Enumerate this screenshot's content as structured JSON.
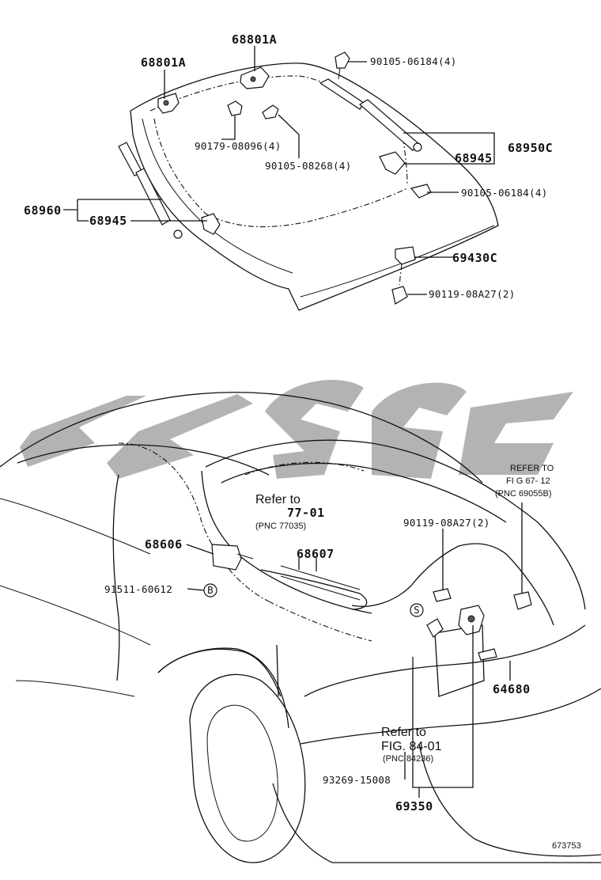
{
  "diagram_id": "673753",
  "labels": {
    "p68801A_left": "68801A",
    "p68801A_top": "68801A",
    "p90105_06184_top": "90105-06184(4)",
    "p90179_08096": "90179-08096(4)",
    "p90105_08268": "90105-08268(4)",
    "p68945_right": "68945",
    "p68950C": "68950C",
    "p90105_06184_mid": "90105-06184(4)",
    "p68960": "68960",
    "p68945_left": "68945",
    "p69430C": "69430C",
    "p90119_08A27_top": "90119-08A27(2)",
    "refer_to_fig67_line1": "REFER TO",
    "refer_to_fig67_line2": "FI G 67- 12",
    "refer_to_fig67_line3": "(PNC 69055B)",
    "refer_to_77_line1": "Refer to",
    "refer_to_77_line2": "77-01",
    "refer_to_77_line3": "(PNC 77035)",
    "p90119_08A27_bottom": "90119-08A27(2)",
    "p68606": "68606",
    "p68607": "68607",
    "p91511_60612": "91511-60612",
    "symbol_B": "B",
    "symbol_S": "S",
    "p64680": "64680",
    "refer_to_84_line1": "Refer to",
    "refer_to_84_line2": "FIG. 84-01",
    "refer_to_84_line3": "(PNC 84236)",
    "p93269_15008": "93269-15008",
    "p69350": "69350"
  }
}
